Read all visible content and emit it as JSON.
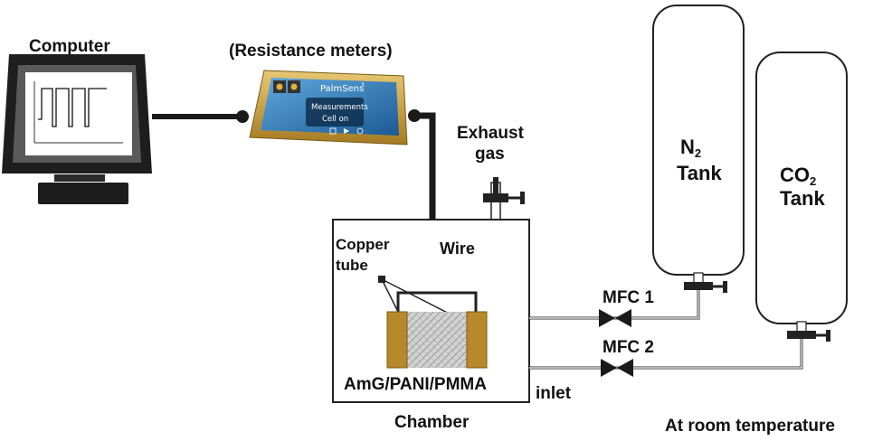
{
  "labels": {
    "computer": "Computer",
    "meters": "(Resistance meters)",
    "exhaust_line1": "Exhaust",
    "exhaust_line2": "gas",
    "n2_prefix": "N",
    "n2_sub": "2",
    "n2_tank": "Tank",
    "co2_prefix": "CO",
    "co2_sub": "2",
    "co2_tank": "Tank",
    "copper_line1": "Copper",
    "copper_line2": "tube",
    "wire": "Wire",
    "sample": "AmG/PANI/PMMA",
    "chamber": "Chamber",
    "inlet": "inlet",
    "mfc1": "MFC 1",
    "mfc2": "MFC 2",
    "room_temp": "At room temperature"
  },
  "device": {
    "brand": "PalmSens",
    "brand_sup": "3",
    "screen_line1": "Measurements",
    "screen_line2": "Cell on"
  },
  "colors": {
    "electrode": "#b8892a",
    "device_body": "#c9a24a",
    "device_screen": "#2a6fa8",
    "tank_fill": "#ffffff",
    "line": "#111111"
  },
  "icons": [
    "monitor-icon",
    "potentiostat-icon",
    "valve-icon",
    "mfc-valve-icon",
    "gas-tank-icon"
  ]
}
